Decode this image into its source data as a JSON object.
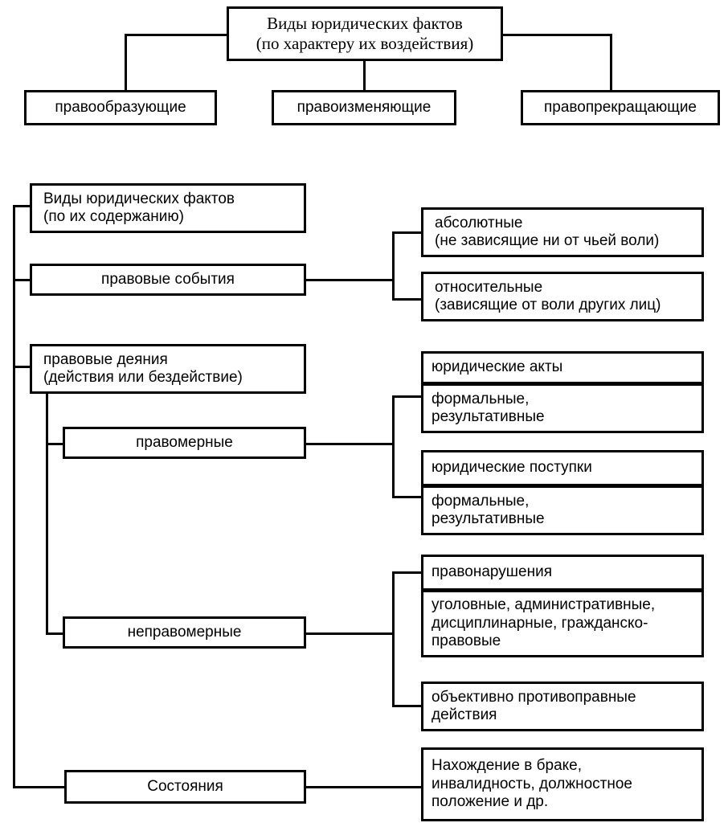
{
  "diagram": {
    "type": "hierarchy-tree",
    "title_top": "Виды юридических фактов\n(по характеру их воздействия)",
    "colors": {
      "stroke": "#000000",
      "fill": "#ffffff",
      "text": "#000000"
    },
    "top_chart": {
      "root_line1": "Виды юридических фактов",
      "root_line2": "(по характеру их воздействия)",
      "children": [
        {
          "label": "правообразующие"
        },
        {
          "label": "правоизменяющие"
        },
        {
          "label": "правопрекращающие"
        }
      ]
    },
    "bottom_chart": {
      "root_line1": "Виды юридических фактов",
      "root_line2": "(по их содержанию)",
      "branches": [
        {
          "label": "правовые события",
          "children": [
            {
              "line1": "абсолютные",
              "line2": "(не зависящие ни от чьей воли)"
            },
            {
              "line1": "относительные",
              "line2": "(зависящие от воли других лиц)"
            }
          ]
        },
        {
          "line1": "правовые деяния",
          "line2": "(действия или бездействие)",
          "subbranches": [
            {
              "label": "правомерные",
              "children": [
                {
                  "line1": "юридические акты",
                  "line2": ""
                },
                {
                  "line1": "формальные,",
                  "line2": "результативные"
                },
                {
                  "line1": "юридические поступки",
                  "line2": ""
                },
                {
                  "line1": "формальные,",
                  "line2": "результативные"
                }
              ]
            },
            {
              "label": "неправомерные",
              "children": [
                {
                  "line1": "правонарушения",
                  "line2": "",
                  "line3": ""
                },
                {
                  "line1": "уголовные, административные,",
                  "line2": "дисциплинарные, гражданско-",
                  "line3": "правовые"
                },
                {
                  "line1": "объективно противоправные",
                  "line2": "действия",
                  "line3": ""
                }
              ]
            }
          ]
        },
        {
          "label": "Состояния",
          "children": [
            {
              "line1": "Нахождение в браке,",
              "line2": "инвалидность, должностное",
              "line3": "положение и др."
            }
          ]
        }
      ]
    }
  }
}
